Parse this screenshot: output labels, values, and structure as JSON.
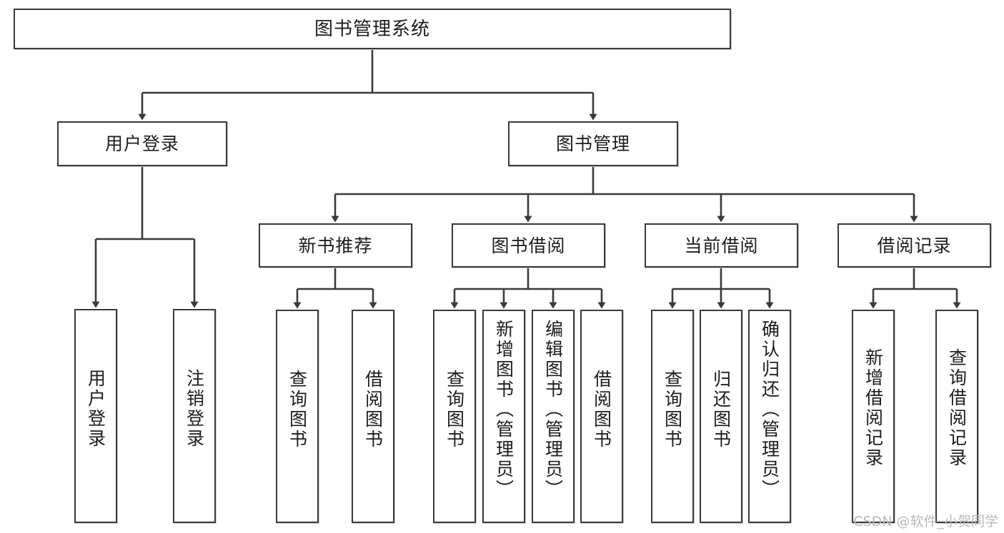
{
  "diagram": {
    "title": "图书管理系统",
    "type": "tree-hierarchy-diagram",
    "root": {
      "label": "图书管理系统"
    },
    "level2": [
      {
        "label": "用户登录"
      },
      {
        "label": "图书管理"
      }
    ],
    "level3": [
      {
        "label": "新书推荐"
      },
      {
        "label": "图书借阅"
      },
      {
        "label": "当前借阅"
      },
      {
        "label": "借阅记录"
      }
    ],
    "leaves": {
      "user_login": [
        {
          "label": "用户登录"
        },
        {
          "label": "注销登录"
        }
      ],
      "new_book_recommend": [
        {
          "label": "查询图书"
        },
        {
          "label": "借阅图书"
        }
      ],
      "book_borrow": [
        {
          "label": "查询图书"
        },
        {
          "label": "新增图书（管理员）"
        },
        {
          "label": "编辑图书（管理员）"
        },
        {
          "label": "借阅图书"
        }
      ],
      "current_borrow": [
        {
          "label": "查询图书"
        },
        {
          "label": "归还图书"
        },
        {
          "label": "确认归还（管理员）"
        }
      ],
      "borrow_record": [
        {
          "label": "新增借阅记录"
        },
        {
          "label": "查询借阅记录"
        }
      ]
    }
  },
  "watermark": {
    "text": "CSDN @软件_小贺同学"
  },
  "colors": {
    "box_border": "#3a3a3a",
    "box_fill": "#ffffff",
    "connector": "#3a3a3a",
    "text": "#1d1d1d",
    "watermark": "#b9b9b9",
    "background": "#ffffff"
  }
}
